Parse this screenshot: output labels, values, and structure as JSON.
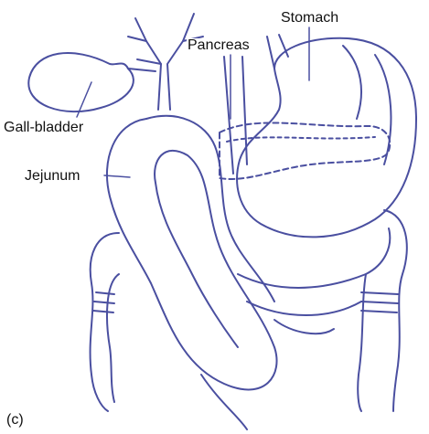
{
  "figure": {
    "panel_label": "(c)",
    "ink_color": "#4a4fa0",
    "labels": {
      "stomach": "Stomach",
      "pancreas": "Pancreas",
      "gall_bladder": "Gall-bladder",
      "jejunum": "Jejunum"
    }
  }
}
